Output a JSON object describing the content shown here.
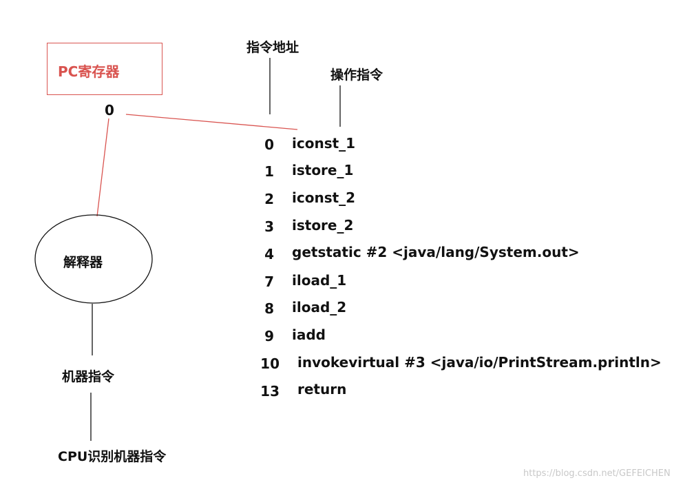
{
  "pc_register": {
    "label": "PC寄存器",
    "value": "0"
  },
  "headers": {
    "address": "指令地址",
    "operation": "操作指令"
  },
  "instructions": [
    {
      "addr": "0",
      "op": "iconst_1"
    },
    {
      "addr": "1",
      "op": "istore_1"
    },
    {
      "addr": "2",
      "op": "iconst_2"
    },
    {
      "addr": "3",
      "op": "istore_2"
    },
    {
      "addr": "4",
      "op": "getstatic #2 <java/lang/System.out>"
    },
    {
      "addr": "7",
      "op": "iload_1"
    },
    {
      "addr": "8",
      "op": "iload_2"
    },
    {
      "addr": "9",
      "op": "iadd"
    },
    {
      "addr": "10",
      "op": "invokevirtual #3 <java/io/PrintStream.println>"
    },
    {
      "addr": "13",
      "op": "return"
    }
  ],
  "interpreter": {
    "label": "解释器"
  },
  "machine_code": {
    "label": "机器指令"
  },
  "cpu": {
    "label": "CPU识别机器指令"
  },
  "watermark": "https://blog.csdn.net/GEFEICHEN",
  "colors": {
    "pc_accent": "#d9534f",
    "line": "#111111",
    "text": "#111111"
  }
}
